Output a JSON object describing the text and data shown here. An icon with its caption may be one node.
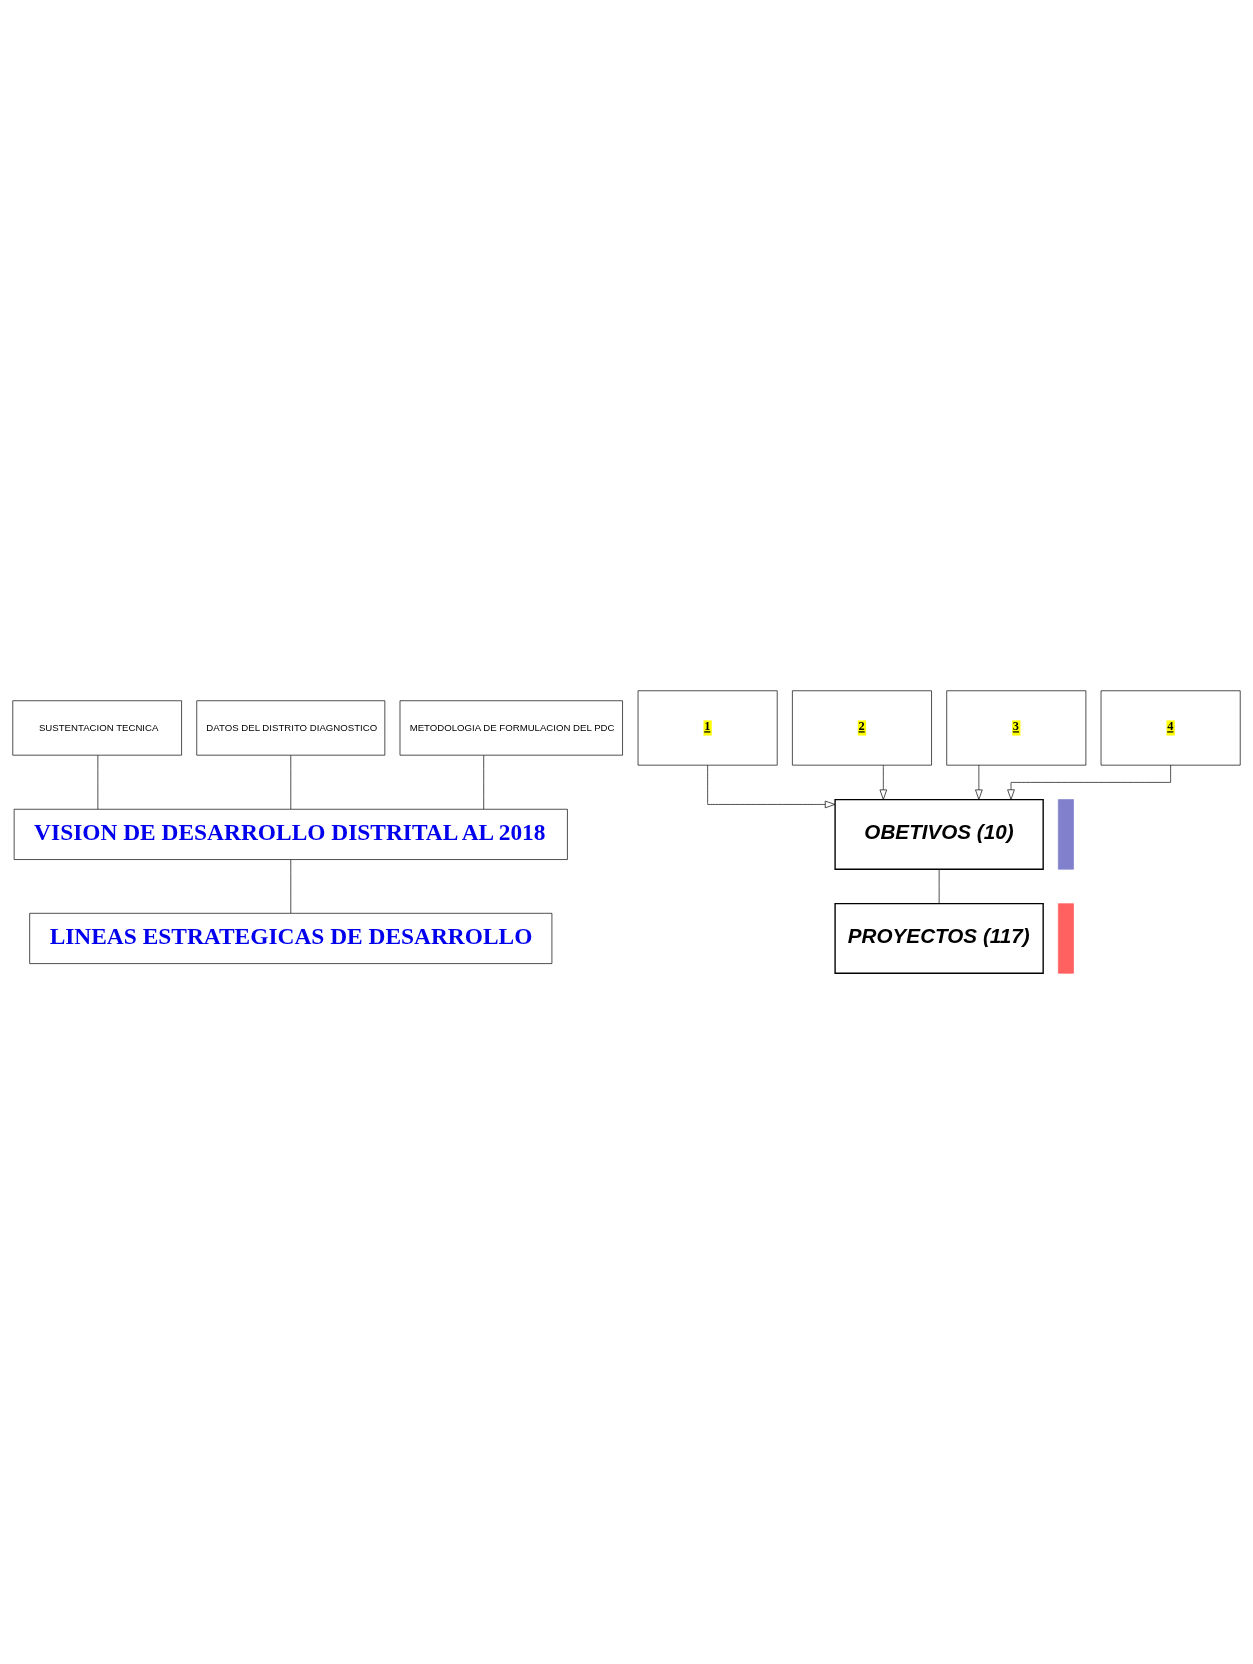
{
  "diagram": {
    "nodes": [
      {
        "text": [
          "SUSTENTACION TECNICA"
        ]
      },
      {
        "text": [
          "DATOS DEL DISTRITO DIAGNOSTICO"
        ]
      },
      {
        "text": [
          "METODOLOGIA DE FORMULACION DEL PDC"
        ]
      },
      {
        "text": [
          "VISION DE DESARROLLO DISTRITAL AL 2018"
        ]
      },
      {
        "text": [
          "LINEAS ESTRATEGICAS DE DESARROLLO"
        ]
      },
      {
        "text": [
          "1"
        ]
      },
      {
        "text": [
          "2"
        ]
      },
      {
        "text": [
          "3"
        ]
      },
      {
        "text": [
          "4"
        ]
      },
      {
        "text": [
          "OBETIVOS (10)"
        ]
      },
      {
        "text": [
          "PROYECTOS (117)"
        ]
      }
    ],
    "edges": [
      {
        "from": 0,
        "to": 3,
        "arrow": "none"
      },
      {
        "from": 1,
        "to": 3,
        "arrow": "none"
      },
      {
        "from": 2,
        "to": 3,
        "arrow": "none"
      },
      {
        "from": 3,
        "to": 4,
        "arrow": "none"
      },
      {
        "from": 5,
        "to": 9,
        "arrow": "to"
      },
      {
        "from": 6,
        "to": 9,
        "arrow": "to"
      },
      {
        "from": 7,
        "to": 9,
        "arrow": "to"
      },
      {
        "from": 8,
        "to": 9,
        "arrow": "to"
      },
      {
        "from": 9,
        "to": 10,
        "arrow": "none"
      }
    ]
  }
}
